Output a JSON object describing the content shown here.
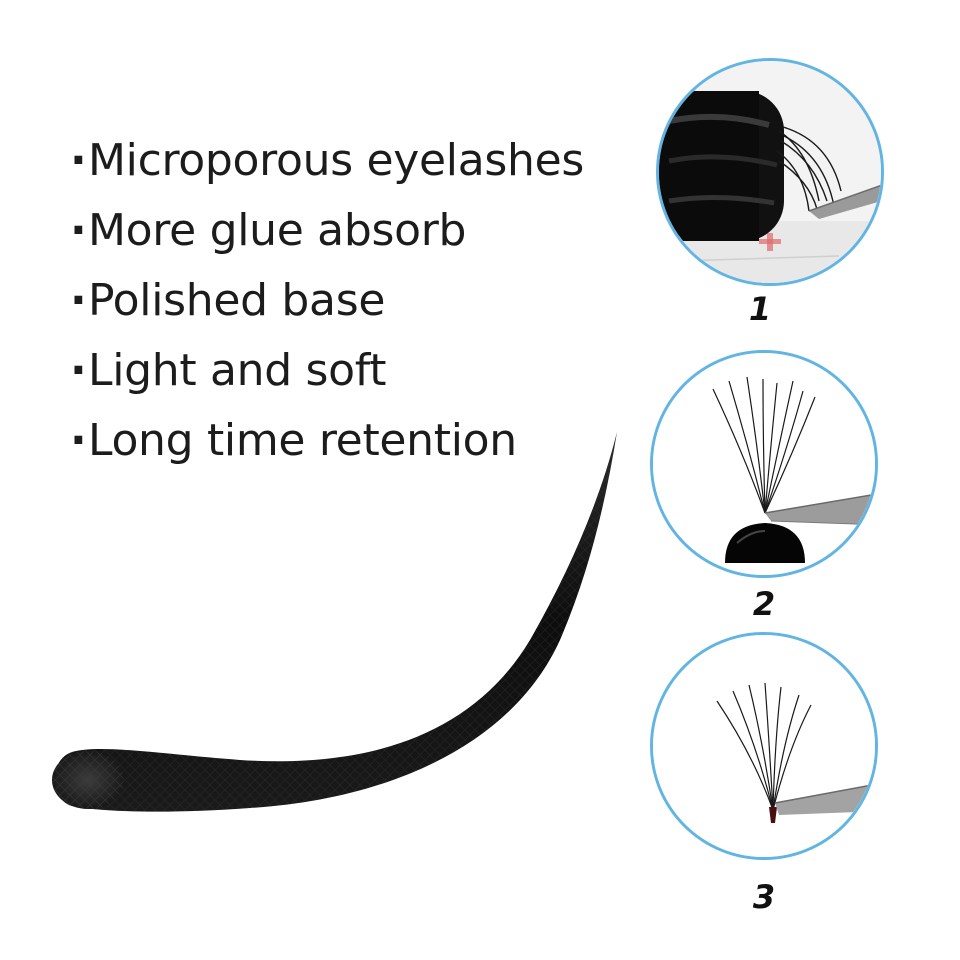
{
  "features": [
    {
      "bullet": "·",
      "text": "Microporous eyelashes"
    },
    {
      "bullet": "·",
      "text": "More glue absorb"
    },
    {
      "bullet": "·",
      "text": "Polished base"
    },
    {
      "bullet": "·",
      "text": "Light and soft"
    },
    {
      "bullet": "·",
      "text": "Long time retention"
    }
  ],
  "steps": [
    {
      "number": "1",
      "image": "lash-strip-tweezers-closeup"
    },
    {
      "number": "2",
      "image": "fanned-lash-on-glue-dome"
    },
    {
      "number": "3",
      "image": "fanned-lash-held-by-tweezers"
    }
  ],
  "colors": {
    "circle_border": "#62b5e3",
    "text": "#1c1c1c",
    "lash": "#0d0d0d"
  }
}
